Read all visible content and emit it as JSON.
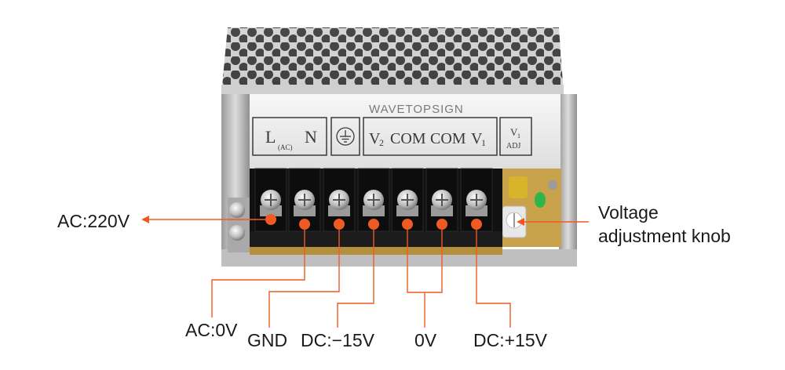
{
  "product": {
    "brand_label": "WAVETOPSIGN",
    "panel": {
      "ac_left": "L",
      "ac_sub": "(AC)",
      "ac_right": "N",
      "v2": "V",
      "v2_sub": "2",
      "com1": "COM",
      "com2": "COM",
      "v1": "V",
      "v1_sub": "1",
      "adj_top": "V",
      "adj_top_sub": "1",
      "adj_bottom": "ADJ"
    }
  },
  "callouts": {
    "ac_220v": "AC:220V",
    "voltage_knob_line1": "Voltage",
    "voltage_knob_line2": "adjustment knob",
    "ac_0v": "AC:0V",
    "gnd": "GND",
    "dc_minus_15v": "DC:−15V",
    "zero_v": "0V",
    "dc_plus_15v": "DC:+15V"
  },
  "colors": {
    "marker": "#ef5a24",
    "leader": "#ef5a24",
    "terminal_block": "#111111",
    "chassis": "#c9c9c9",
    "pcb": "#c8a24a"
  }
}
